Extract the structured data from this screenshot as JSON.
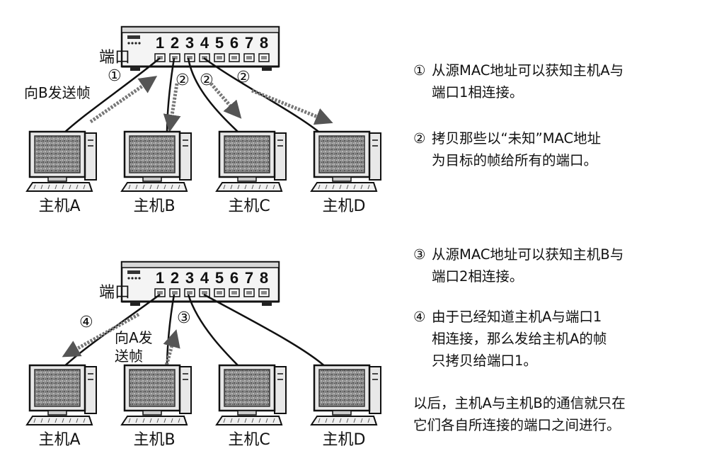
{
  "panels": [
    {
      "port_label": "端口",
      "port_numbers": [
        "1",
        "2",
        "3",
        "4",
        "5",
        "6",
        "7",
        "8"
      ],
      "hosts": [
        "主机A",
        "主机B",
        "主机C",
        "主机D"
      ],
      "annotations": [
        {
          "text": "①"
        },
        {
          "text": "向B发送帧"
        },
        {
          "text": "②"
        },
        {
          "text": "②"
        },
        {
          "text": "②"
        }
      ]
    },
    {
      "port_label": "端口",
      "port_numbers": [
        "1",
        "2",
        "3",
        "4",
        "5",
        "6",
        "7",
        "8"
      ],
      "hosts": [
        "主机A",
        "主机B",
        "主机C",
        "主机D"
      ],
      "annotations": [
        {
          "text": "④"
        },
        {
          "text": "向A发"
        },
        {
          "text": "送帧"
        },
        {
          "text": "③"
        }
      ]
    }
  ],
  "notes": [
    {
      "mark": "①",
      "lines": [
        "从源MAC地址可以获知主机A与",
        "端口1相连接。"
      ]
    },
    {
      "mark": "②",
      "lines": [
        "拷贝那些以“未知”MAC地址",
        "为目标的帧给所有的端口。"
      ]
    },
    {
      "mark": "③",
      "lines": [
        "从源MAC地址可以获知主机B与",
        "端口2相连接。"
      ]
    },
    {
      "mark": "④",
      "lines": [
        "由于已经知道主机A与端口1",
        "相连接，那么发给主机A的帧",
        "只拷贝给端口1。"
      ]
    },
    {
      "mark": "",
      "lines": [
        "以后，主机A与主机B的通信就只在",
        "它们各自所连接的端口之间进行。"
      ]
    }
  ]
}
